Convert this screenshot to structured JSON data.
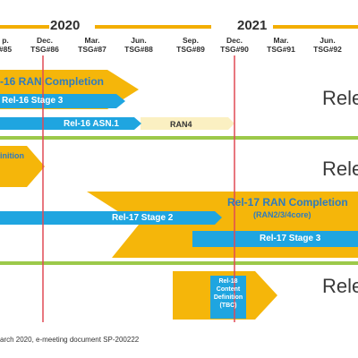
{
  "header": {
    "year_2020": "2020",
    "year_2021": "2021",
    "ticks": [
      {
        "month": "p.",
        "tsg": "#85"
      },
      {
        "month": "Dec.",
        "tsg": "TSG#86"
      },
      {
        "month": "Mar.",
        "tsg": "TSG#87"
      },
      {
        "month": "Jun.",
        "tsg": "TSG#88"
      },
      {
        "month": "Sep.",
        "tsg": "TSG#89"
      },
      {
        "month": "Dec.",
        "tsg": "TSG#90"
      },
      {
        "month": "Mar.",
        "tsg": "TSG#91"
      },
      {
        "month": "Jun.",
        "tsg": "TSG#92"
      }
    ]
  },
  "rel16": {
    "ran_completion": "-16 RAN Completion",
    "stage3": "Rel-16 Stage 3",
    "asn1": "Rel-16 ASN.1",
    "ran4": "RAN4",
    "release_label": "Rele"
  },
  "rel_mid": {
    "definition": "inition",
    "release_label": "Rele"
  },
  "rel17": {
    "ran_completion": "Rel-17 RAN Completion",
    "ran_completion_sub": "(RAN2/3/4core)",
    "stage2": "Rel-17 Stage 2",
    "stage3": "Rel-17 Stage 3"
  },
  "rel18": {
    "content_line1": "Rel-18",
    "content_line2": "Content",
    "content_line3": "Definition",
    "content_line4": "(TBC)",
    "release_label": "Rele"
  },
  "footer": "arch 2020, e-meeting document SP-200222",
  "colors": {
    "gold": "#f5b60a",
    "blue": "#1fa5e0",
    "green": "#9cc94a",
    "red": "#e04a55",
    "cream": "#fbf0c2"
  }
}
